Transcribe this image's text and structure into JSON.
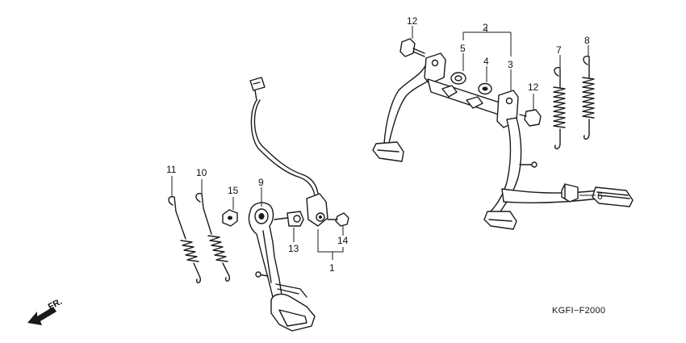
{
  "direction_label": "FR.",
  "diagram_code": "KGFI−F2000",
  "callouts": {
    "c1": "1",
    "c2": "2",
    "c3": "3",
    "c4": "4",
    "c5": "5",
    "c6": "6",
    "c7": "7",
    "c8": "8",
    "c9": "9",
    "c10": "10",
    "c11": "11",
    "c12a": "12",
    "c12b": "12",
    "c13": "13",
    "c14": "14",
    "c15": "15"
  }
}
